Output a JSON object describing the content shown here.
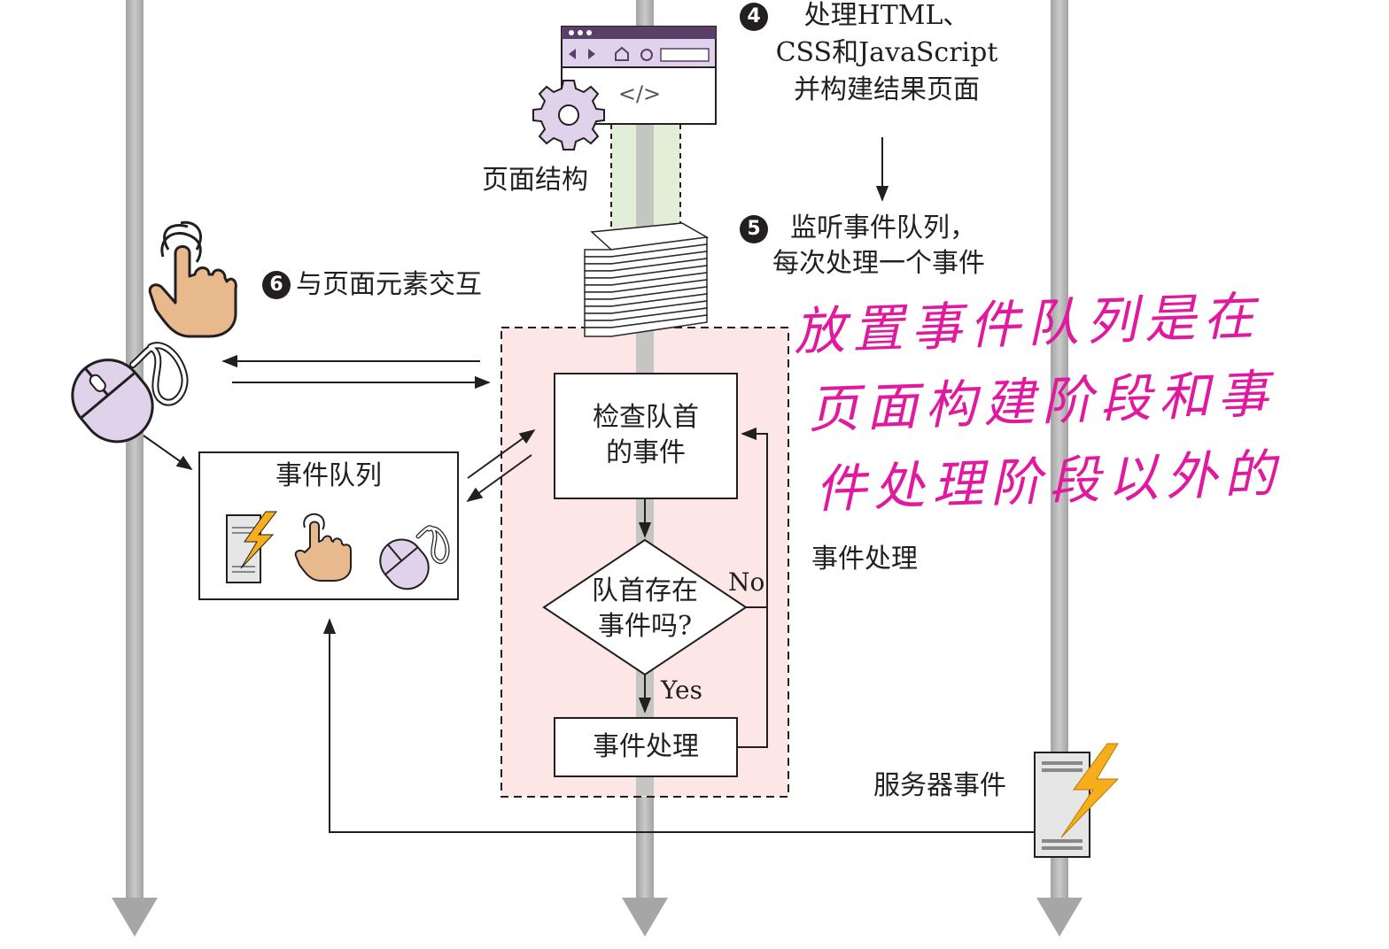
{
  "steps": {
    "step4": {
      "number": "4",
      "lines": [
        "处理HTML、",
        "CSS和JavaScript",
        "并构建结果页面"
      ]
    },
    "step5": {
      "number": "5",
      "lines": [
        "监听事件队列，",
        "每次处理一个事件"
      ]
    },
    "step6": {
      "number": "6",
      "text": "与页面元素交互"
    }
  },
  "labels": {
    "page_structure": "页面结构",
    "event_queue_title": "事件队列",
    "check_queue_head": [
      "检查队首",
      "的事件"
    ],
    "has_event_question": [
      "队首存在",
      "事件吗?"
    ],
    "event_handle_box": "事件处理",
    "no": "No",
    "yes": "Yes",
    "event_processing": "事件处理",
    "server_event": "服务器事件"
  },
  "annotation": {
    "lines": [
      "放置事件队列是在",
      "页面构建阶段和事",
      "件处理阶段以外的"
    ]
  },
  "colors": {
    "timeline": "#b3b3b3",
    "processing_region": "#fde6e6",
    "structure_band": "#e2efd6",
    "icon_purple": "#e0d2ea",
    "hand_skin": "#e8b98c",
    "lightning": "#f6ae1c",
    "annotation_ink": "#e0199e"
  },
  "icons": [
    "browser-window-icon",
    "gear-icon",
    "document-stack-icon",
    "touch-hand-icon",
    "mouse-icon",
    "server-icon",
    "lightning-icon"
  ]
}
